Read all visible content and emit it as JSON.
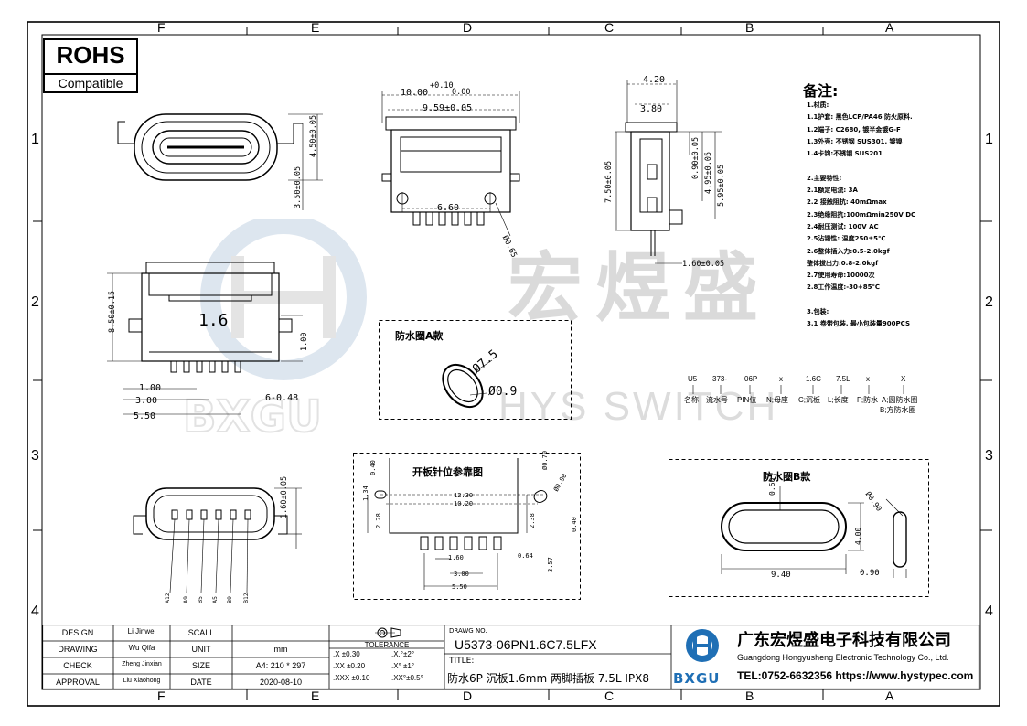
{
  "zones": {
    "columns_top": [
      "F",
      "E",
      "D",
      "C",
      "B",
      "A"
    ],
    "columns_bottom": [
      "F",
      "E",
      "D",
      "C",
      "B",
      "A"
    ],
    "rows_left": [
      "1",
      "2",
      "3",
      "4"
    ],
    "rows_right": [
      "1",
      "2",
      "3",
      "4"
    ]
  },
  "rohs": {
    "main": "ROHS",
    "sub": "Compatible"
  },
  "watermark": {
    "chinese": "宏煜盛",
    "english": "HYS SWITCH"
  },
  "views": {
    "front": {
      "dim_vertical_450": "4.50±0.05",
      "dim_vertical_350": "3.50±0.05"
    },
    "top": {
      "dim_1000": "10.00",
      "dim_1000_tol_plus": "+0.10",
      "dim_1000_tol_minus": "0.00",
      "dim_959": "9.59±0.05",
      "dim_660": "6.60",
      "dim_065": "Ø0.65"
    },
    "side": {
      "dim_420": "4.20",
      "dim_380": "3.80",
      "dim_750": "7.50±0.05",
      "dim_090": "0.90±0.05",
      "dim_495": "4.95±0.05",
      "dim_595": "5.95±0.05",
      "dim_160": "1.60±0.05"
    },
    "bottom": {
      "dim_850": "8.50±0.15",
      "label_16": "1.6",
      "dim_100r": "1.00",
      "dim_100": "1.00",
      "dim_300": "3.00",
      "dim_550": "5.50",
      "dim_6x048": "6-0.48"
    },
    "pinview": {
      "dim_160": "1.60±0.05",
      "pins": [
        "A12",
        "A9",
        "B5",
        "A5",
        "B9",
        "B12"
      ]
    },
    "ring_a": {
      "title": "防水圈A款",
      "dim_od": "Ø7.5",
      "dim_th": "Ø0.9"
    },
    "pcb": {
      "title": "开板针位参靠图",
      "dim_134": "1.34",
      "dim_040": "0.40",
      "dim_1230": "12.30",
      "dim_1020": "10.20",
      "dim_070": "Ø0.70",
      "dim_090": "Ø0.90",
      "dim_228": "2.28",
      "dim_238": "2.38",
      "dim_040b": "0.40",
      "dim_160": "1.60",
      "dim_064": "0.64",
      "dim_300": "3.00",
      "dim_357": "3.57",
      "dim_550": "5.50"
    },
    "ring_b": {
      "title": "防水圈B款",
      "dim_060": "0.60",
      "dim_090": "Ø0.90",
      "dim_400": "4.00",
      "dim_940": "9.40",
      "dim_090b": "0.90"
    }
  },
  "notes": {
    "title": "备注:",
    "lines": [
      "1.材质:",
      "1.1护套: 黑色LCP/PA46 防火原料.",
      "1.2端子: C2680, 镀半金镀G-F",
      "1.3外壳: 不锈钢 SUS301. 镀镍",
      "1.4卡钩:不锈钢 SUS201",
      "",
      "2.主要特性:",
      "2.1额定电流: 3A",
      "2.2 接触阻抗: 40mΩmax",
      "2.3绝缘阻抗:100mΩmin250V DC",
      "2.4耐压测试: 100V AC",
      "2.5沾锡性: 温度250±5℃",
      "2.6整体插入力:0.5-2.0kgf",
      "    整体拔出力:0.8-2.0kgf",
      "2.7使用寿命:10000次",
      "2.8工作温度:-30+85℃",
      "",
      "3.包装:",
      "3.1 卷带包装, 最小包装量900PCS"
    ]
  },
  "part_number_legend": {
    "codes": [
      "U5",
      "373-",
      "06P",
      "x",
      "1.6C",
      "7.5L",
      "x",
      "X"
    ],
    "descriptions": [
      "名称",
      "流水号",
      "PIN位",
      "N;母座",
      "C;沉板",
      "L;长度",
      "F;防水",
      "A;圆防水圈"
    ],
    "extra": "B;方防水圈"
  },
  "title_block": {
    "design_label": "DESIGN",
    "design_name": "Li Jinwei",
    "drawing_label": "DRAWING",
    "drawing_name": "Wu Qifa",
    "check_label": "CHECK",
    "check_name": "Zheng Jinxian",
    "approval_label": "APPROVAL",
    "approval_name": "Liu Xiaohong",
    "scale_label": "SCALL",
    "scale_value": "",
    "unit_label": "UNIT",
    "unit_value": "mm",
    "size_label": "SIZE",
    "size_value": "A4: 210 * 297",
    "date_label": "DATE",
    "date_value": "2020-08-10",
    "tolerance_label": "TOLERANCE",
    "tolerances": [
      ".X  ±0.30",
      ".X.°±2°",
      ".XX  ±0.20",
      ".X° ±1°",
      ".XXX ±0.10",
      ".XX°±0.5°"
    ],
    "drawing_no_label": "DRAWG NO.",
    "drawing_no": "U5373-06PN1.6C7.5LFX",
    "title_label": "TITLE:",
    "title_value": "防水6P 沉板1.6mm 两脚插板 7.5L IPX8",
    "company_cn": "广东宏煜盛电子科技有限公司",
    "company_en": "Guangdong Hongyusheng Electronic Technology Co., Ltd.",
    "contact": "TEL:0752-6632356  https://www.hystypec.com",
    "logo_text": "BXGU"
  },
  "colors": {
    "line": "#000000",
    "watermark": "#d9d9d9",
    "logo_blue": "#1f6fb5"
  }
}
